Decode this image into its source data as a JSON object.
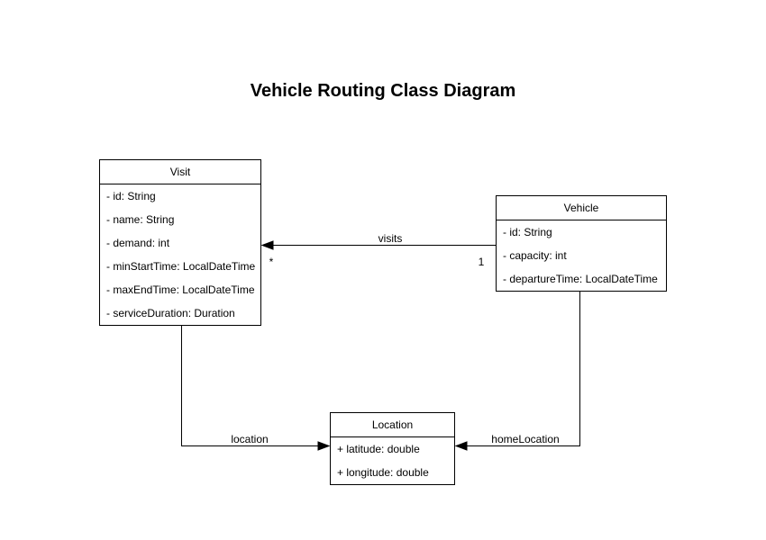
{
  "diagram": {
    "title": "Vehicle Routing Class Diagram",
    "colors": {
      "stroke": "#000000",
      "fill": "#ffffff",
      "text": "#000000"
    },
    "classes": {
      "visit": {
        "name": "Visit",
        "attributes": [
          "- id: String",
          "- name: String",
          "- demand: int",
          "- minStartTime: LocalDateTime",
          "- maxEndTime: LocalDateTime",
          "- serviceDuration: Duration"
        ]
      },
      "vehicle": {
        "name": "Vehicle",
        "attributes": [
          "- id: String",
          "- capacity: int",
          "- departureTime: LocalDateTime"
        ]
      },
      "location": {
        "name": "Location",
        "attributes": [
          "+ latitude: double",
          "+ longitude: double"
        ]
      }
    },
    "connectors": {
      "visits": {
        "label": "visits",
        "source_class": "Vehicle",
        "target_class": "Visit",
        "source_multiplicity": "1",
        "target_multiplicity": "*"
      },
      "location": {
        "label": "location",
        "source_class": "Visit",
        "target_class": "Location"
      },
      "home_location": {
        "label": "homeLocation",
        "source_class": "Vehicle",
        "target_class": "Location"
      }
    }
  }
}
